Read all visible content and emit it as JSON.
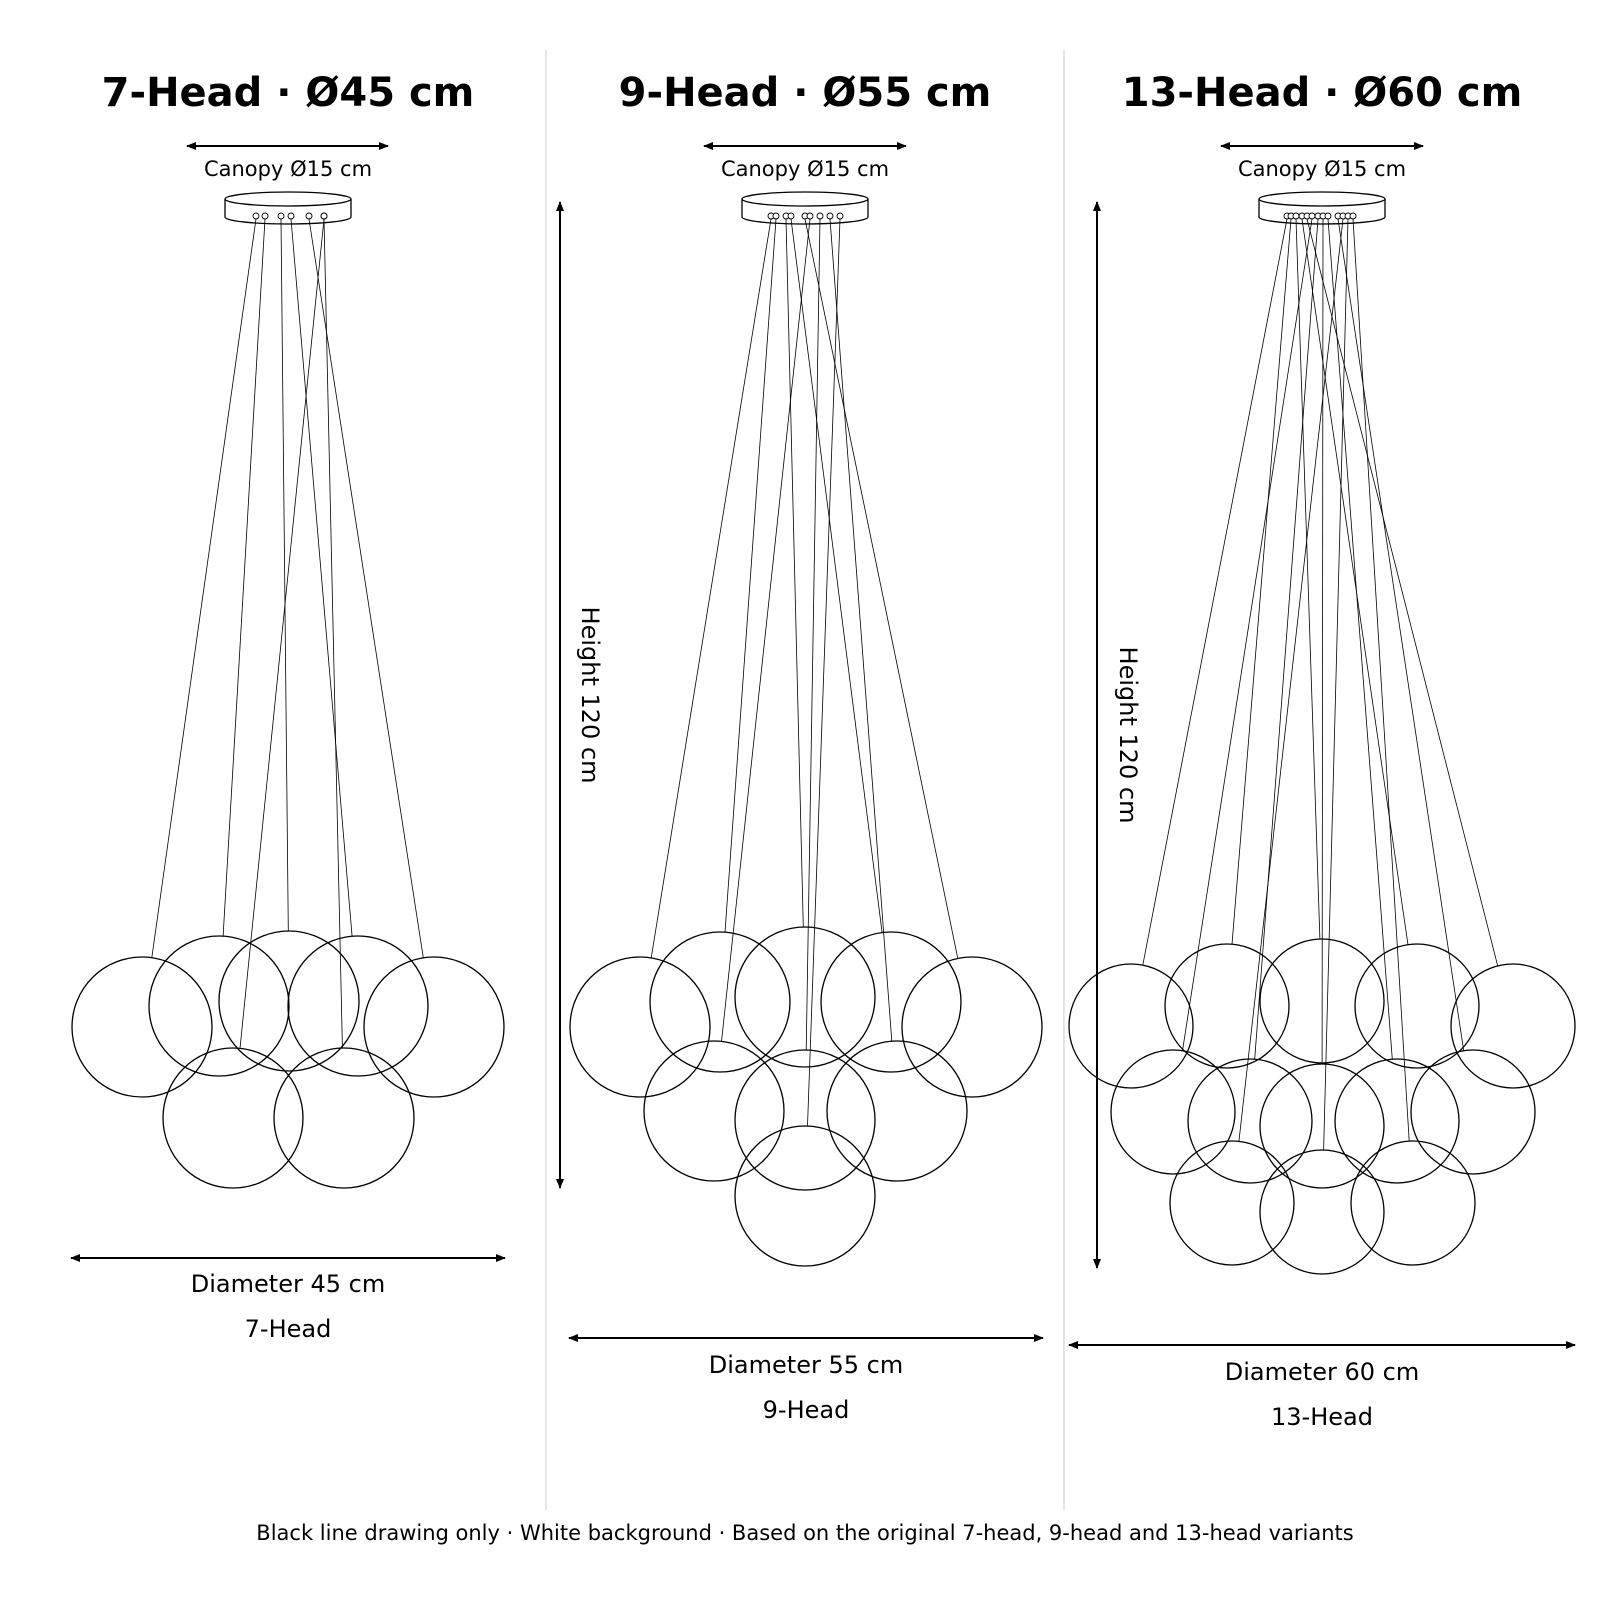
{
  "panels": [
    {
      "title": "7-Head · Ø45 cm",
      "canopy_label": "Canopy Ø15 cm",
      "diameter_label": "Diameter 45 cm",
      "variant_label": "7-Head",
      "height_label": "",
      "heads": 7
    },
    {
      "title": "9-Head · Ø55 cm",
      "canopy_label": "Canopy Ø15 cm",
      "diameter_label": "Diameter 55 cm",
      "variant_label": "9-Head",
      "height_label": "Height 120 cm",
      "heads": 9
    },
    {
      "title": "13-Head · Ø60 cm",
      "canopy_label": "Canopy Ø15 cm",
      "diameter_label": "Diameter 60 cm",
      "variant_label": "13-Head",
      "height_label": "Height 120 cm",
      "heads": 13
    }
  ],
  "footer": "Black line drawing only · White background · Based on the original 7-head, 9-head and 13-head variants",
  "colors": {
    "line": "#000000",
    "divider": "#cccccc",
    "background": "#ffffff"
  }
}
